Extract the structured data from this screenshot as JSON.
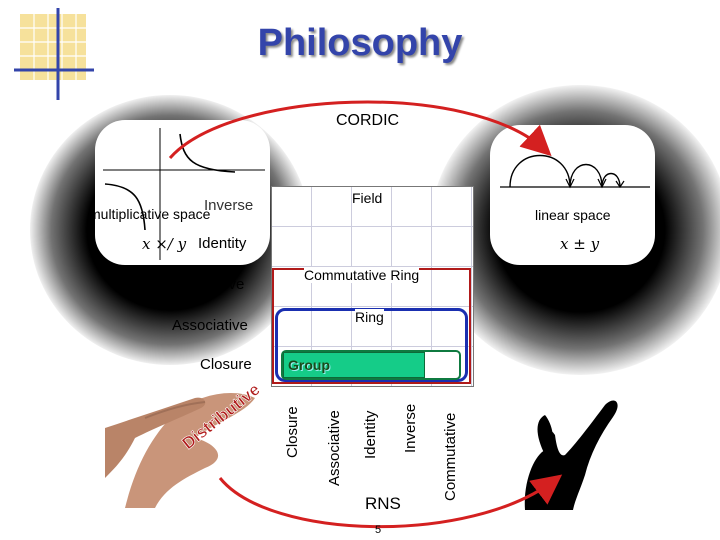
{
  "header": {
    "title": "Philosophy"
  },
  "labels": {
    "cordic": "CORDIC",
    "multiplicative_space": "multiplicative space",
    "linear_space": "linear space",
    "inverse": "Inverse",
    "identity": "Identity",
    "commutative": "Commutative",
    "associative": "Associative",
    "closure": "Closure",
    "distributive": "Distributive",
    "rns": "RNS",
    "page_number": "5",
    "mult_formula": "x ×/ y",
    "linear_formula": "x ± y"
  },
  "structures": {
    "field": "Field",
    "commutative_ring": "Commutative Ring",
    "ring": "Ring",
    "group": "Group"
  },
  "vertical_labels": [
    "Closure",
    "Associative",
    "Identity",
    "Inverse",
    "Commutative"
  ],
  "colors": {
    "title": "#3344aa",
    "arrow": "#d42020",
    "ring_border": "#1a2fb0",
    "commutative_ring_border": "#b01a1a",
    "group_fill": "#15cc88",
    "group_border": "#0f7a40"
  }
}
